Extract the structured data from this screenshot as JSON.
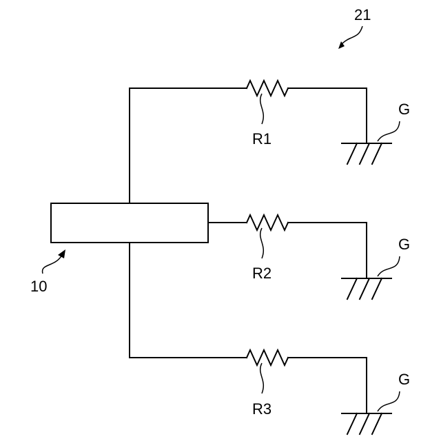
{
  "figure": {
    "ref": "21",
    "block": {
      "ref": "10"
    },
    "resistors": [
      {
        "ref": "R1"
      },
      {
        "ref": "R2"
      },
      {
        "ref": "R3"
      }
    ],
    "grounds": [
      {
        "ref": "G"
      },
      {
        "ref": "G"
      },
      {
        "ref": "G"
      }
    ]
  }
}
